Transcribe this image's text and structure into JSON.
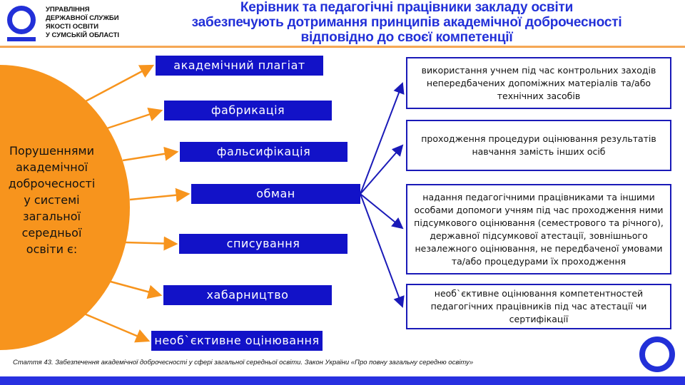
{
  "org": {
    "lines": [
      "УПРАВЛІННЯ",
      "ДЕРЖАВНОЇ СЛУЖБИ",
      "ЯКОСТІ ОСВІТИ",
      "У СУМСЬКІЙ ОБЛАСТІ"
    ]
  },
  "title": {
    "lines": [
      "Керівник та педагогічні працівники закладу освіти",
      "забезпечують дотримання принципів академічної доброчесності",
      "відповідно до своєї компетенції"
    ]
  },
  "circle": {
    "lines": [
      "Порушеннями",
      "академічної",
      "доброчесності",
      "у системі",
      "загальної",
      "середньої",
      "освіти є:"
    ]
  },
  "violations": [
    "академічний плагіат",
    "фабрикація",
    "фальсифікація",
    "обман",
    "списування",
    "хабарництво",
    "необ`єктивне оцінювання"
  ],
  "deception_examples": [
    "використання учнем під час контрольних заходів непередбачених допоміжних матеріалів та/або технічних засобів",
    "проходження процедури оцінювання результатів навчання замість інших осіб",
    "надання педагогічними працівниками та іншими особами допомоги учням під час проходження ними підсумкового оцінювання (семестрового та річного), державної підсумкової атестації, зовнішнього незалежного оцінювання, не передбаченої умовами та/або процедурами їх проходження",
    "необ`єктивне оцінювання компетентностей педагогічних працівників під час атестації чи сертифікації"
  ],
  "footer": "Стаття 43. Забезпечення академічної доброчесності у сфері загальної середньої освіти. Закон України «Про повну загальну середню освіту»",
  "colors": {
    "blue": "#1212c8",
    "orange": "#f7941d"
  }
}
